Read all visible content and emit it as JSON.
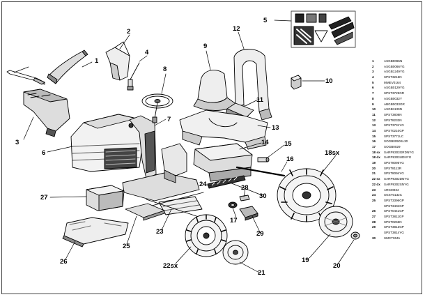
{
  "callouts": [
    {
      "id": "1",
      "label": "1"
    },
    {
      "id": "2",
      "label": "2"
    },
    {
      "id": "3",
      "label": "3"
    },
    {
      "id": "4",
      "label": "4"
    },
    {
      "id": "5",
      "label": "5"
    },
    {
      "id": "6",
      "label": "6"
    },
    {
      "id": "7",
      "label": "7"
    },
    {
      "id": "8",
      "label": "8"
    },
    {
      "id": "9",
      "label": "9"
    },
    {
      "id": "10",
      "label": "10"
    },
    {
      "id": "11",
      "label": "11"
    },
    {
      "id": "12",
      "label": "12"
    },
    {
      "id": "13",
      "label": "13"
    },
    {
      "id": "14",
      "label": "14"
    },
    {
      "id": "15",
      "label": "15"
    },
    {
      "id": "16",
      "label": "16"
    },
    {
      "id": "17",
      "label": "17"
    },
    {
      "id": "18sx",
      "label": "18sx"
    },
    {
      "id": "19",
      "label": "19"
    },
    {
      "id": "20",
      "label": "20"
    },
    {
      "id": "21",
      "label": "21"
    },
    {
      "id": "22sx",
      "label": "22sx"
    },
    {
      "id": "23",
      "label": "23"
    },
    {
      "id": "24",
      "label": "24"
    },
    {
      "id": "25",
      "label": "25"
    },
    {
      "id": "26",
      "label": "26"
    },
    {
      "id": "27",
      "label": "27"
    },
    {
      "id": "28",
      "label": "28"
    },
    {
      "id": "29",
      "label": "29"
    },
    {
      "id": "30",
      "label": "30"
    }
  ],
  "parts_list": [
    {
      "num": "1",
      "code": "ASGB0065N"
    },
    {
      "num": "2",
      "code": "ASGB0066YG"
    },
    {
      "num": "3",
      "code": "ASGB1249YG"
    },
    {
      "num": "4",
      "code": "SPST3215N"
    },
    {
      "num": "5",
      "code": "MMEV0164"
    },
    {
      "num": "6",
      "code": "ASGB0129YG"
    },
    {
      "num": "7",
      "code": "SPST3729GR"
    },
    {
      "num": "8",
      "code": "ASGB0032Y"
    },
    {
      "num": "9",
      "code": "ABGB0033GR"
    },
    {
      "num": "10",
      "code": "ASGB1139N"
    },
    {
      "num": "11",
      "code": "SPST3808N"
    },
    {
      "num": "12",
      "code": "SPST8232N"
    },
    {
      "num": "13",
      "code": "SPST3731YG"
    },
    {
      "num": "14",
      "code": "SPST0210GP"
    },
    {
      "num": "15",
      "code": "SPST3771LC"
    },
    {
      "num": "16",
      "code": "SOGB0050SL30"
    },
    {
      "num": "17",
      "code": "SOGB0029"
    },
    {
      "num": "18 sx",
      "code": "SARP8303GRDNYG"
    },
    {
      "num": "18 dx",
      "code": "SARP8303UDNYG"
    },
    {
      "num": "19",
      "code": "SPST8095YG"
    },
    {
      "num": "20",
      "code": "SPST8112R"
    },
    {
      "num": "21",
      "code": "SPST8094YG"
    },
    {
      "num": "22 sx",
      "code": "SARP8302DNYG"
    },
    {
      "num": "22 dx",
      "code": "SARP8302SNYG"
    },
    {
      "num": "23",
      "code": "ARGI0034"
    },
    {
      "num": "24",
      "code": "SGST0132C"
    },
    {
      "num": "25",
      "code": "SPST3396GP"
    },
    {
      "num": "",
      "code": "SPST3404GP"
    },
    {
      "num": "26",
      "code": "SPST0441GP"
    },
    {
      "num": "27",
      "code": "SPST3811GP"
    },
    {
      "num": "28",
      "code": "SPST0265N"
    },
    {
      "num": "29",
      "code": "SPST3813GP"
    },
    {
      "num": "",
      "code": "SPST3814YG"
    },
    {
      "num": "30",
      "code": "SMCT0041"
    }
  ]
}
